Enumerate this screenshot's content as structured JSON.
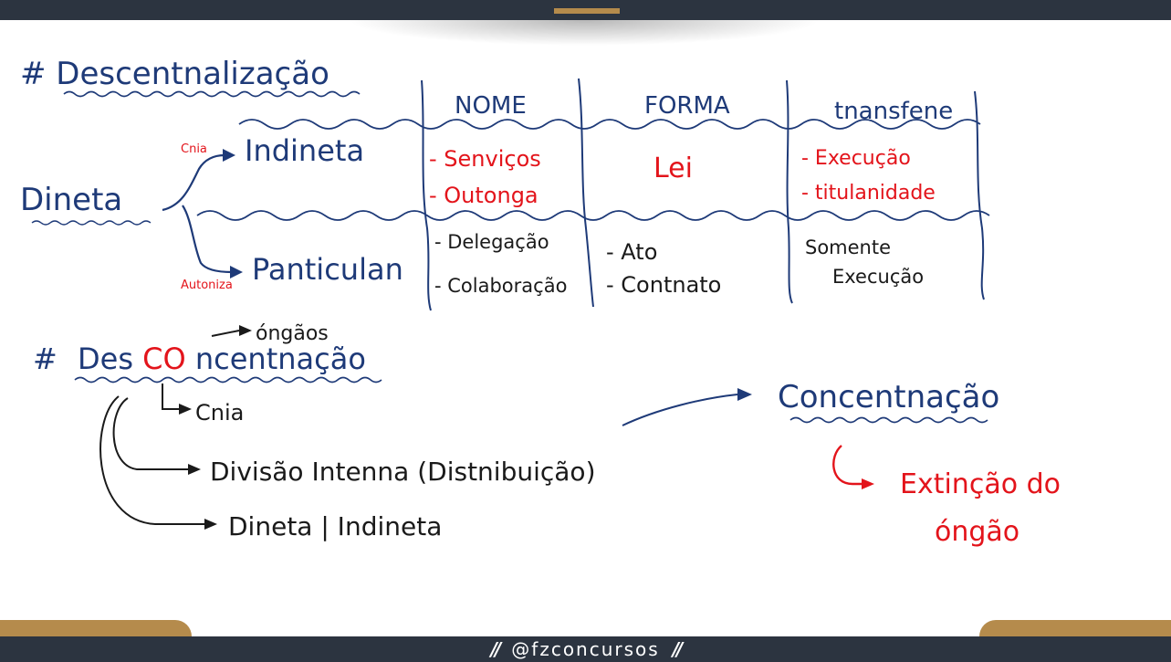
{
  "colors": {
    "blue": "#1e3a78",
    "red": "#e3141b",
    "black": "#1a1a1a",
    "dark_bar": "#2c3440",
    "gold": "#b58b4c"
  },
  "footer": {
    "handle": "@fzconcursos"
  },
  "board": {
    "title_descentralizacao": "# Descentnalização",
    "direta": "Dineta",
    "cria_label": "Cnia",
    "indireta": "Indineta",
    "autoriza_label": "Autoniza",
    "particular": "Panticulan",
    "table": {
      "headers": [
        "NOME",
        "FORMA",
        "tnansfene"
      ],
      "indireta_nome": [
        "- Senviços",
        "- Outonga"
      ],
      "indireta_forma": "Lei",
      "indireta_transfere": [
        "- Execução",
        "- titulanidade"
      ],
      "particular_nome": [
        "- Delegação",
        "- Colaboração"
      ],
      "particular_forma": [
        "- Ato",
        "- Contnato"
      ],
      "particular_transfere": [
        "Somente",
        "Execução"
      ]
    },
    "orgaos": "óngãos",
    "title_desconcentracao": {
      "hash": "#",
      "prefix": "Des",
      "highlight": "CO",
      "suffix": "ncentnação"
    },
    "cria": "Cnia",
    "divisao": "Divisão Intenna (Distnibuição)",
    "direta_indireta": "Dineta | Indineta",
    "concentracao": "Concentnação",
    "extincao": [
      "Extinção do",
      "óngão"
    ]
  }
}
